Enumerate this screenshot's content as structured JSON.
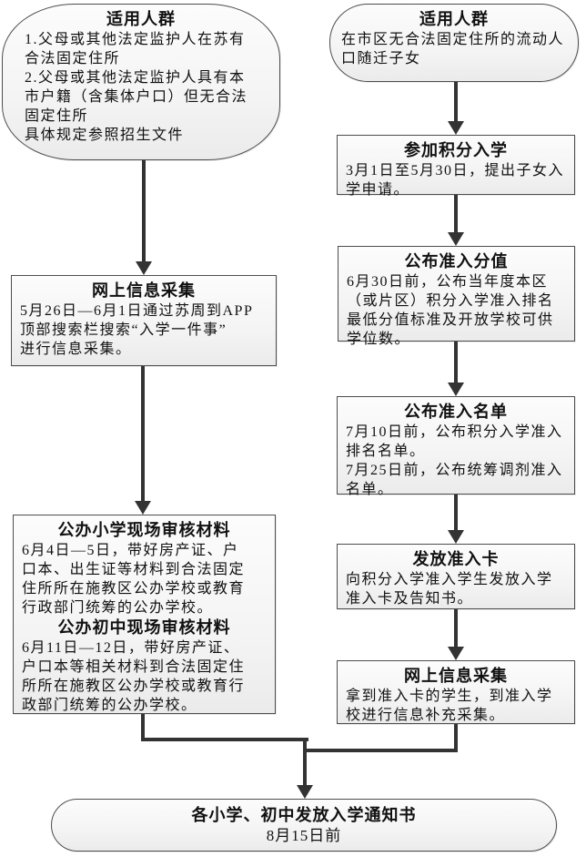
{
  "flowchart": {
    "colors": {
      "box_border": "#4d4d4d",
      "arrow": "#333333",
      "box_fill_top": "#fcfcfc",
      "box_fill_bottom": "#ebebeb",
      "text": "#111111",
      "background": "#ffffff"
    },
    "left_column": {
      "audience_bubble": {
        "title": "适用人群",
        "body": "1.父母或其他法定监护人在苏有\n合法固定住所\n2.父母或其他法定监护人具有本\n市户籍（含集体户口）但无合法\n固定住所\n具体规定参照招生文件"
      },
      "online_info_box": {
        "title": "网上信息采集",
        "body": "5月26日—6月1日通过苏周到APP\n顶部搜索栏搜索“入学一件事”\n进行信息采集。"
      },
      "onsite_review_box": {
        "primary_title": "公办小学现场审核材料",
        "primary_body": "6月4日—5日，带好房产证、户\n口本、出生证等材料到合法固定\n住所所在施教区公办学校或教育\n行政部门统筹的公办学校。",
        "secondary_title": "公办初中现场审核材料",
        "secondary_body": "6月11日—12日，带好房产证、\n户口本等相关材料到合法固定住\n所所在施教区公办学校或教育行\n政部门统筹的公办学校。"
      }
    },
    "right_column": {
      "audience_bubble": {
        "title": "适用人群",
        "body": "在市区无合法固定住所的流动人\n口随迁子女"
      },
      "points_apply_box": {
        "title": "参加积分入学",
        "body": "3月1日至5月30日，提出子女入\n学申请。"
      },
      "score_publish_box": {
        "title": "公布准入分值",
        "body": "6月30日前，公布当年度本区\n（或片区）积分入学准入排名\n最低分值标准及开放学校可供\n学位数。"
      },
      "list_publish_box": {
        "title": "公布准入名单",
        "body": "7月10日前，公布积分入学准入\n排名名单。\n7月25日前，公布统筹调剂准入\n名单。"
      },
      "card_issue_box": {
        "title": "发放准入卡",
        "body": "向积分入学准入学生发放入学\n准入卡及告知书。"
      },
      "online_info_box": {
        "title": "网上信息采集",
        "body": "拿到准入卡的学生，到准入学\n校进行信息补充采集。"
      }
    },
    "final_bubble": {
      "title": "各小学、初中发放入学通知书",
      "subtitle": "8月15日前"
    }
  }
}
